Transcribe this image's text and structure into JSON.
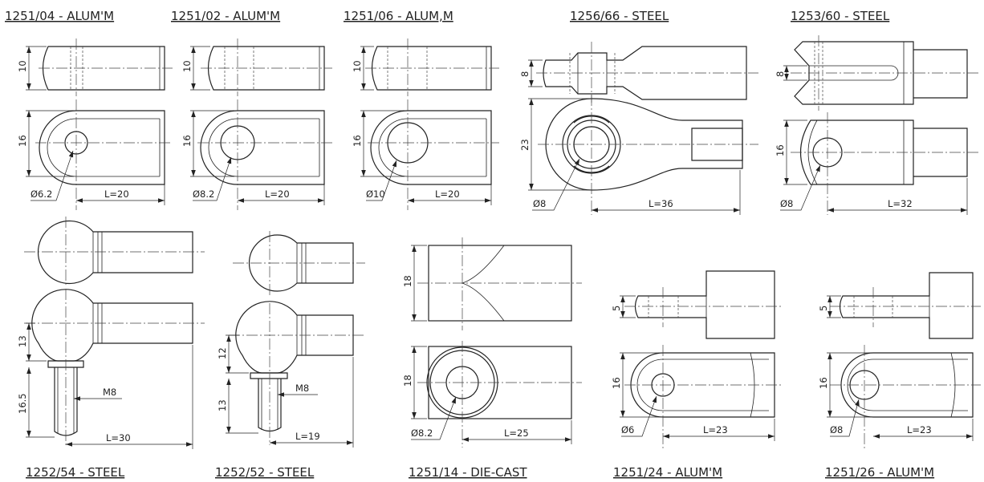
{
  "parts": [
    {
      "id": "p1",
      "title": "1251/04 - ALUM'M",
      "thickness": "10",
      "height": "16",
      "bore": "Ø6.2",
      "length": "L=20"
    },
    {
      "id": "p2",
      "title": "1251/02 - ALUM'M",
      "thickness": "10",
      "height": "16",
      "bore": "Ø8.2",
      "length": "L=20"
    },
    {
      "id": "p3",
      "title": "1251/06 - ALUM,M",
      "thickness": "10",
      "height": "16",
      "bore": "Ø10",
      "length": "L=20"
    },
    {
      "id": "p4",
      "title": "1256/66 - STEEL",
      "thickness": "8",
      "height": "23",
      "bore": "Ø8",
      "length": "L=36"
    },
    {
      "id": "p5",
      "title": "1253/60 - STEEL",
      "thickness": "8",
      "height": "16",
      "bore": "Ø8",
      "length": "L=32"
    },
    {
      "id": "p6",
      "title": "1252/54 - STEEL",
      "ball": "13",
      "stud": "16.5",
      "thread": "M8",
      "length": "L=30"
    },
    {
      "id": "p7",
      "title": "1252/52 - STEEL",
      "ball": "12",
      "stud": "13",
      "thread": "M8",
      "length": "L=19"
    },
    {
      "id": "p8",
      "title": "1251/14 - DIE-CAST",
      "width": "18",
      "height": "18",
      "bore": "Ø8.2",
      "length": "L=25"
    },
    {
      "id": "p9",
      "title": "1251/24 - ALUM'M",
      "thickness": "5",
      "height": "16",
      "bore": "Ø6",
      "length": "L=23"
    },
    {
      "id": "p10",
      "title": "1251/26 - ALUM'M",
      "thickness": "5",
      "height": "16",
      "bore": "Ø8",
      "length": "L=23"
    }
  ]
}
